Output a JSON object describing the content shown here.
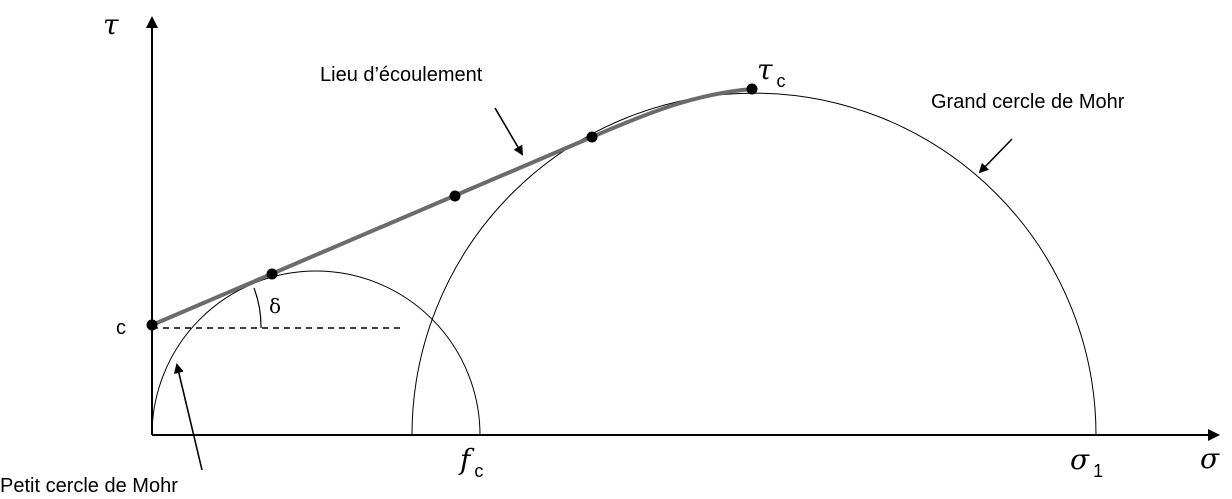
{
  "labels": {
    "axis_y": "τ",
    "axis_x": "σ",
    "tau_c_symbol": "τ",
    "tau_c_subscript": "c",
    "cohesion": "c",
    "angle": "δ",
    "flow_locus": "Lieu d’écoulement",
    "large_mohr_circle": "Grand cercle de Mohr",
    "small_mohr_circle": "Petit cercle de Mohr",
    "fc_symbol": "f",
    "fc_subscript": "c",
    "sigma1_symbol": "σ",
    "sigma1_subscript": "1"
  },
  "colors": {
    "axes": "#000000",
    "circles": "#000000",
    "flow_locus": "#6b6b6b",
    "points": "#000000",
    "text": "#000000"
  }
}
